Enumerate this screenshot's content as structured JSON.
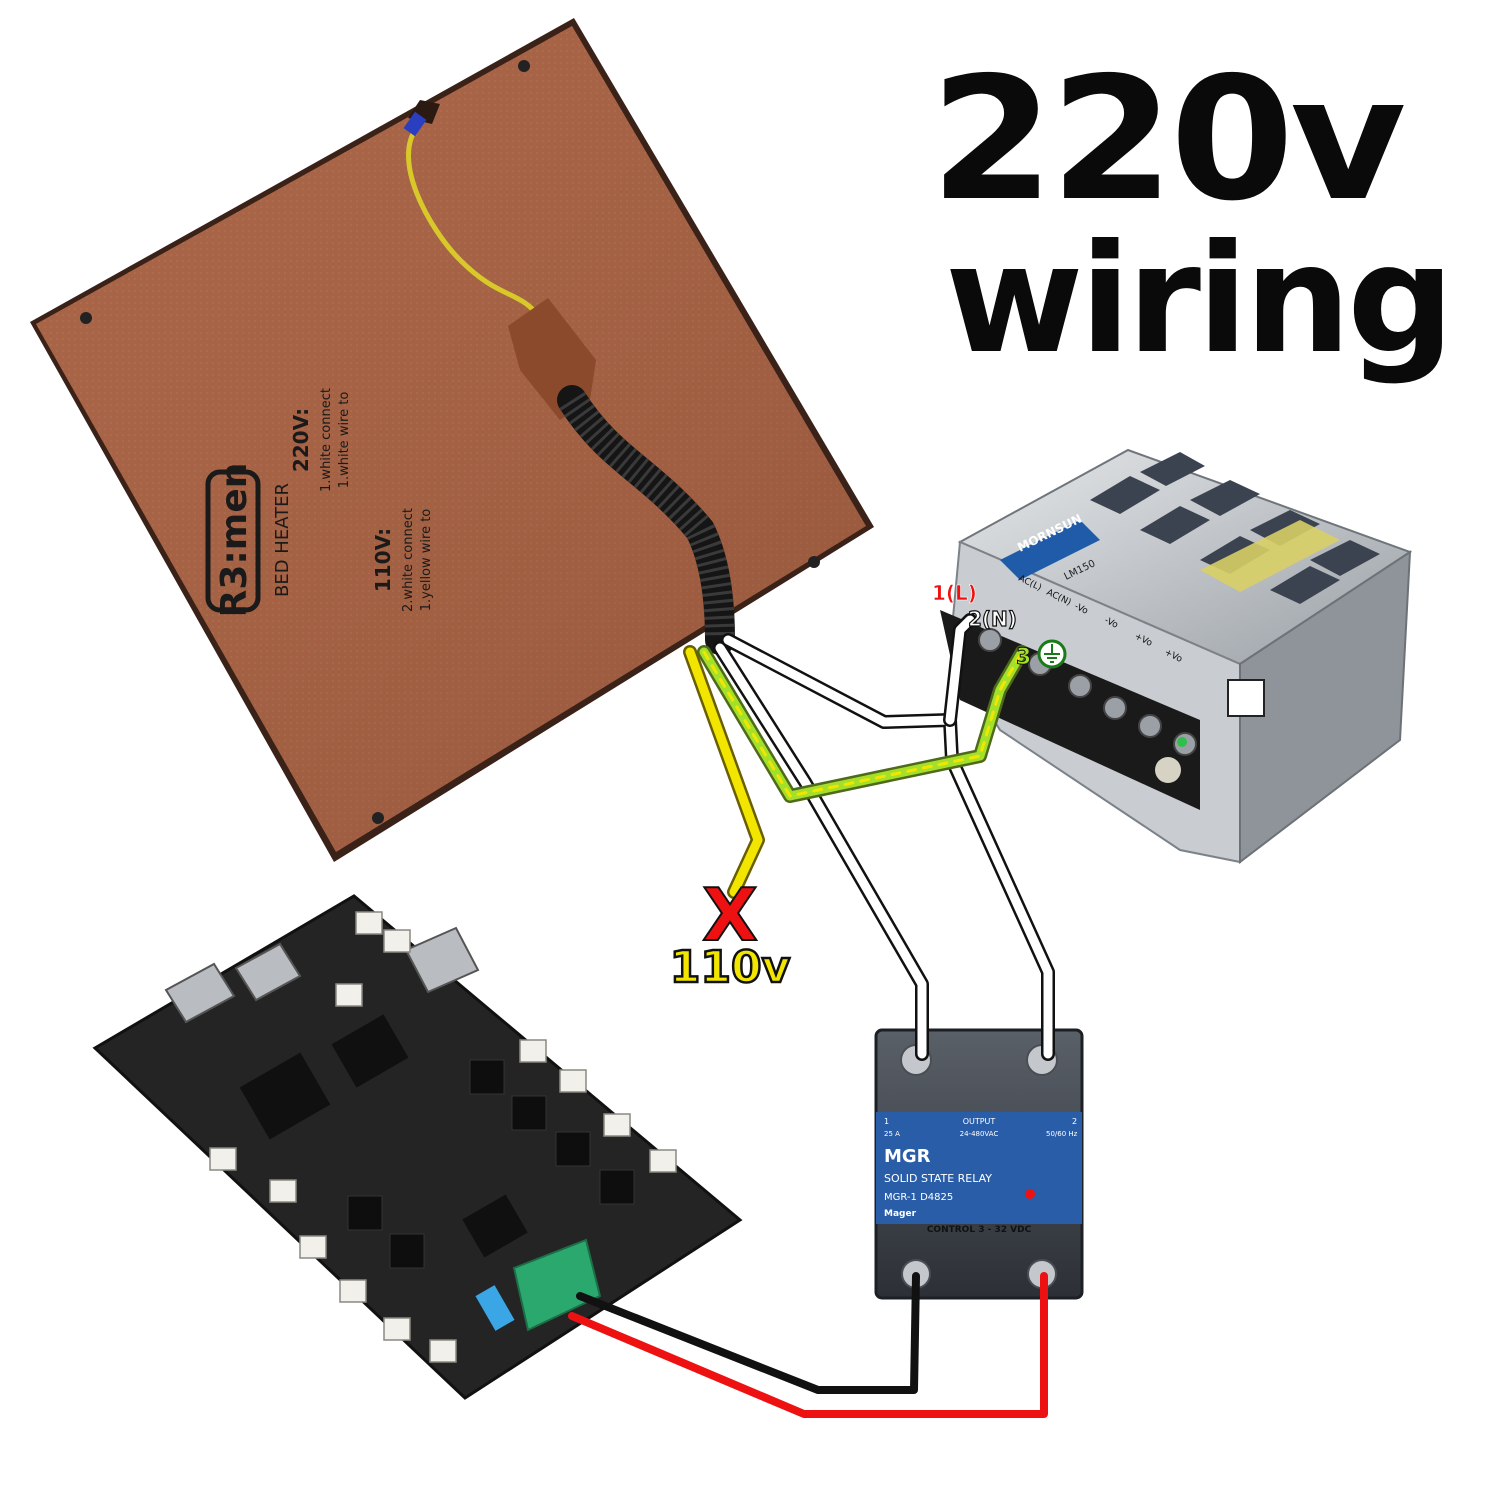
{
  "title": {
    "line1": "220v",
    "line2": "wiring"
  },
  "bed_heater": {
    "brand": "R3:men",
    "product": "BED HEATER",
    "v220_label": "220V:",
    "v220_line1": "1.white connect",
    "v220_line2": "1.white wire to",
    "v110_label": "110V:",
    "v110_line1": "2.white connect",
    "v110_line2": "1.yellow wire to"
  },
  "psu": {
    "brand": "MORNSUN",
    "model": "LM150",
    "terminals": [
      "AC(L)",
      "AC(N)",
      "-Vo",
      "-Vo",
      "+Vo",
      "+Vo"
    ],
    "terminal_labels": {
      "l": "1(L)",
      "n": "2(N)",
      "ground": "3"
    }
  },
  "warning": {
    "mark": "X",
    "label": "110v"
  },
  "ssr": {
    "output_label": "OUTPUT",
    "left_num": "1",
    "right_num": "2",
    "amps": "25 A",
    "voltage": "24-480VAC",
    "freq": "50/60 Hz",
    "brand": "MGR",
    "type": "SOLID STATE RELAY",
    "model": "MGR-1  D4825",
    "maker": "Mager",
    "control": "CONTROL 3 - 32 VDC"
  },
  "colors": {
    "heater": "#a86446",
    "wire_yellow": "#f2e600",
    "wire_green": "#a4e02a",
    "wire_red": "#ee1111",
    "wire_black": "#111111",
    "ssr_blue": "#2a5da8",
    "board": "#262626"
  }
}
